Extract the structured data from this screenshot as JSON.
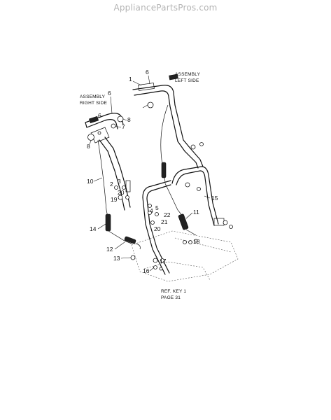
{
  "watermark": "AppliancePartsPros.com",
  "captions": {
    "left_side": [
      "ASSEMBLY",
      "LEFT SIDE"
    ],
    "right_side": [
      "ASSEMBLY",
      "RIGHT SIDE"
    ],
    "ref_key": [
      "REF. KEY 1",
      "PAGE 31"
    ]
  },
  "callouts": {
    "k1": "1",
    "k6a": "6",
    "k6b": "6",
    "k6c": "6",
    "k7": "7",
    "k8a": "8",
    "k8b": "8",
    "k10": "10",
    "k2": "2",
    "k3": "3",
    "k19": "19",
    "k20a": "20",
    "k20b": "20",
    "k4": "4",
    "k5": "5",
    "k22": "22",
    "k21": "21",
    "k15": "15",
    "k11": "11",
    "k14": "14",
    "k12": "12",
    "k13": "13",
    "k18": "18",
    "k17": "17",
    "k16": "16"
  }
}
